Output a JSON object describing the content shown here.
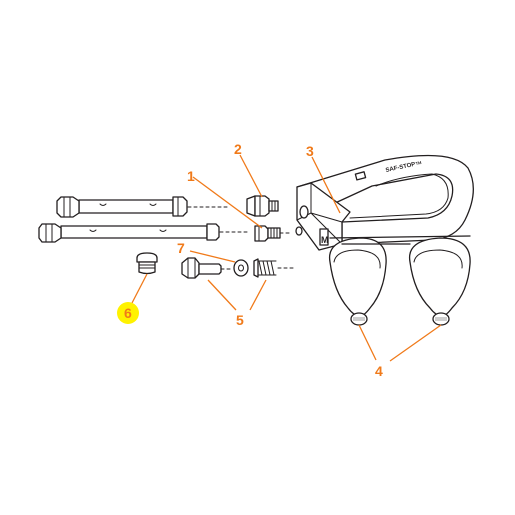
{
  "colors": {
    "callout": "#f07a1a",
    "highlight": "#fff200",
    "line": "#231f20"
  },
  "callouts": {
    "c1": "1",
    "c2": "2",
    "c3": "3",
    "c4": "4",
    "c5": "5",
    "c6": "6",
    "c7": "7"
  },
  "valve": {
    "brand": "SAF-STOP",
    "trademark": "TM",
    "mark": "M"
  }
}
